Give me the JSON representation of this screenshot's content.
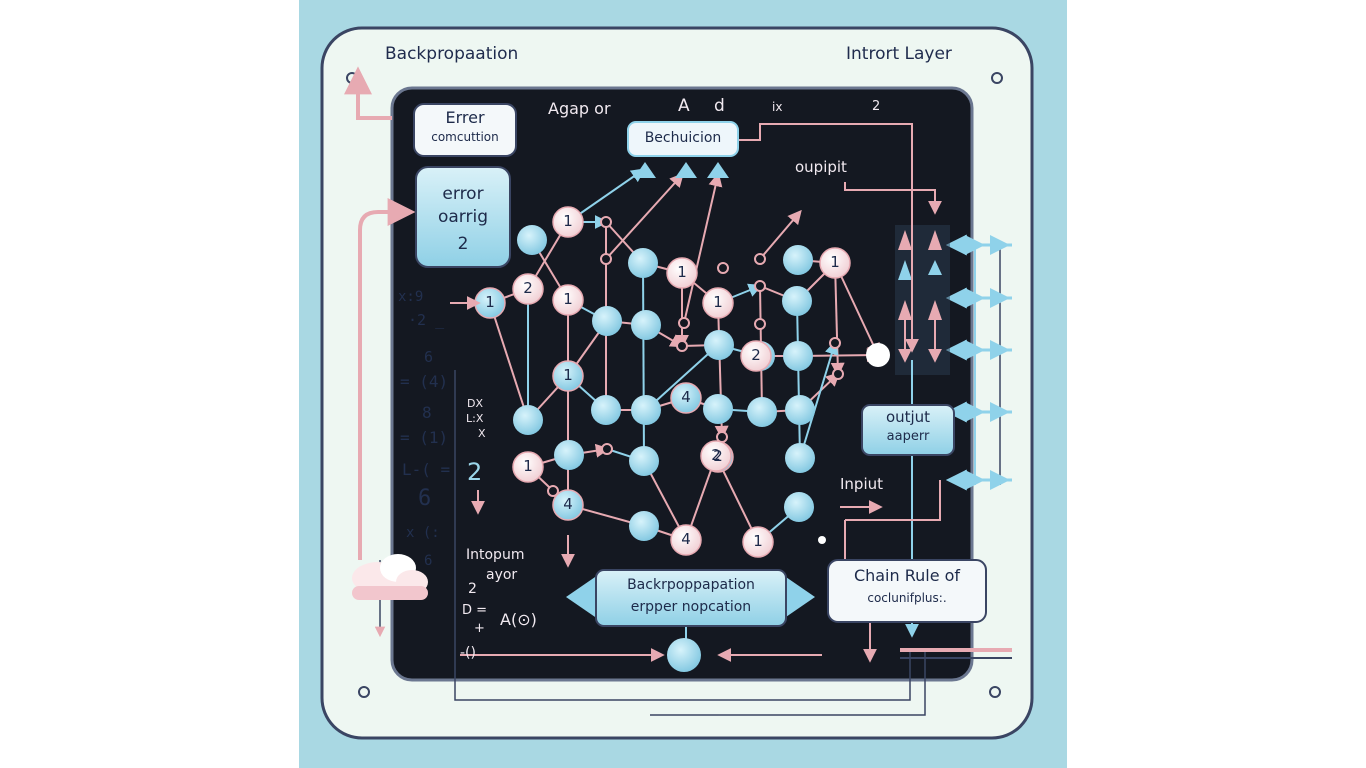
{
  "header": {
    "title_left": "Backpropaation",
    "title_right": "Intrort Layer"
  },
  "boxes": {
    "error_computation": {
      "line1": "Errer",
      "line2": "comcuttion"
    },
    "error_oarrig": {
      "line1": "error",
      "line2": "oarrig",
      "line3": "2"
    },
    "bechuicion": "Bechuicion",
    "output_aaperr": {
      "line1": "outjut",
      "line2": "aaperr"
    },
    "backpropagation_banner": {
      "line1": "Backrpoppapation",
      "line2": "erpper nopcation"
    },
    "chain_rule": {
      "line1": "Chain Rule of",
      "line2": "coclunifplus:."
    }
  },
  "labels": {
    "agap": "Agap or",
    "a": "A",
    "d": "d",
    "ix": "ix",
    "two_top": "2",
    "oupipit": "oupipit",
    "input": "Inpiut",
    "intopum": "Intopum",
    "ayor": "ayor"
  },
  "left_notes": {
    "x9": "x:9",
    "n2": "·2 _",
    "six_a": "6",
    "eq4": "= (4)",
    "eight": "8",
    "eq1": "= (1)",
    "lcomp": "L-( =",
    "six_b": "6",
    "xsub": "x (:",
    "six_c": "6"
  },
  "mid_notes": {
    "dx": "DX",
    "lix": "L:X",
    "ix2": "X",
    "two": "2",
    "two_b": "2",
    "d_eq": "D =",
    "plus": "+",
    "paren": "-()",
    "a_func": "A(⊙)"
  },
  "nodes": [
    {
      "label": "1"
    },
    {
      "label": "1"
    },
    {
      "label": "2"
    },
    {
      "label": "1"
    },
    {
      "label": "1"
    },
    {
      "label": "1"
    },
    {
      "label": "1"
    },
    {
      "label": "4"
    },
    {
      "label": "1"
    },
    {
      "label": "4"
    },
    {
      "label": "2"
    },
    {
      "label": "1"
    },
    {
      "label": "1"
    },
    {
      "label": "4"
    },
    {
      "label": "2"
    },
    {
      "label": "2"
    }
  ],
  "colors": {
    "background": "#a9d8e3",
    "panel": "#eef7f2",
    "screen": "#141821",
    "node_blue": "#9ad6ea",
    "node_pink": "#f6dcdf",
    "arrow_pink": "#e7aab2",
    "arrow_blue": "#8fd2ea",
    "box_blue": "#b9e3f0"
  }
}
